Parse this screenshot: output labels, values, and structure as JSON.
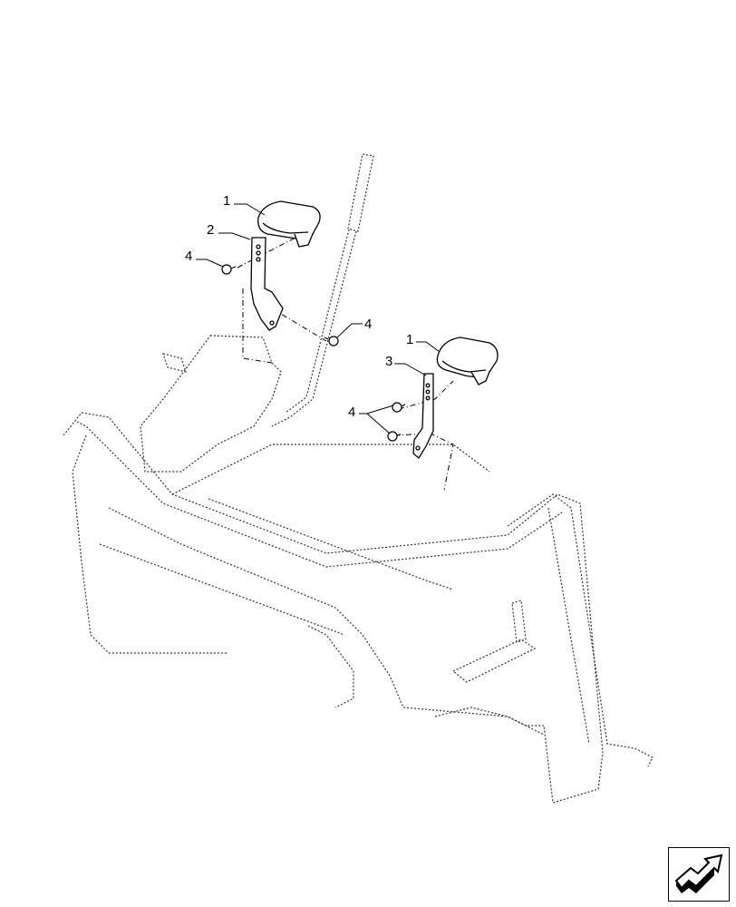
{
  "diagram": {
    "type": "exploded-parts-view",
    "callouts": [
      {
        "id": "c1a",
        "label": "1",
        "part": "armrest pad (left)"
      },
      {
        "id": "c2",
        "label": "2",
        "part": "bracket (left)"
      },
      {
        "id": "c4a",
        "label": "4",
        "part": "bolt (left bracket, upper)"
      },
      {
        "id": "c4b",
        "label": "4",
        "part": "bolt (left bracket, lower)"
      },
      {
        "id": "c1b",
        "label": "1",
        "part": "armrest pad (right)"
      },
      {
        "id": "c3",
        "label": "3",
        "part": "bracket (right)"
      },
      {
        "id": "c4c",
        "label": "4",
        "part": "bolts (right bracket)"
      }
    ],
    "colors": {
      "line": "#000000",
      "phantom": "#333333",
      "background": "#ffffff"
    }
  },
  "nav": {
    "icon": "next-page-arrow-icon"
  }
}
